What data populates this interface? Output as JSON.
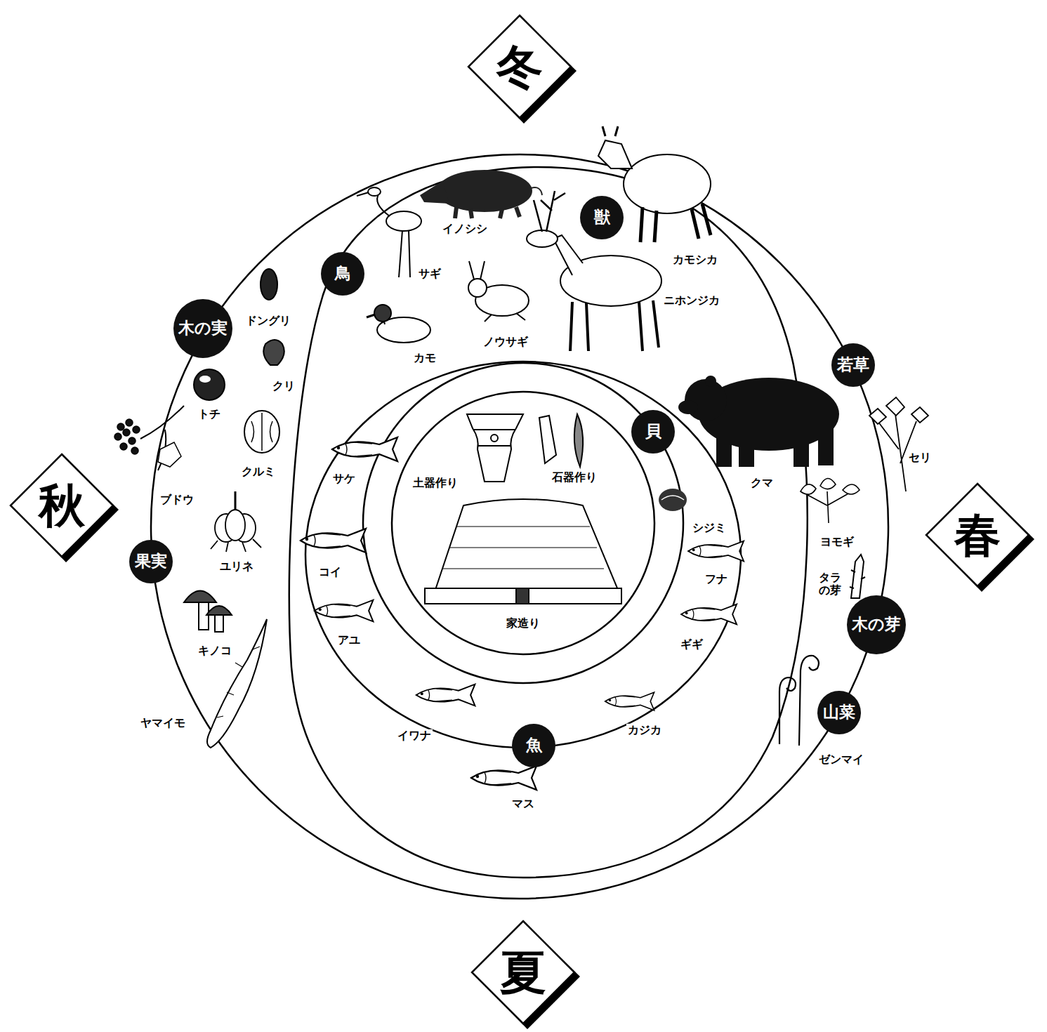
{
  "diagram": {
    "nodes": [
      {
        "text": [
          "冬"
        ]
      },
      {
        "text": [
          "獣"
        ]
      },
      {
        "text": [
          "鳥"
        ]
      },
      {
        "text": [
          "木の実"
        ]
      },
      {
        "text": [
          "若草"
        ]
      },
      {
        "text": [
          "土器作り",
          "石器作り",
          "家造り"
        ]
      },
      {
        "text": [
          "貝"
        ]
      },
      {
        "text": [
          "秋"
        ]
      },
      {
        "text": [
          "春"
        ]
      },
      {
        "text": [
          "果実"
        ]
      },
      {
        "text": [
          "木の芽"
        ]
      },
      {
        "text": [
          "山菜"
        ]
      },
      {
        "text": [
          "魚"
        ]
      },
      {
        "text": [
          "夏"
        ]
      }
    ],
    "labels": [
      "イノシシ",
      "カモシカ",
      "サギ",
      "ニホンジカ",
      "ノウサギ",
      "カモ",
      "ドングリ",
      "クリ",
      "トチ",
      "クルミ",
      "ブドウ",
      "ユリネ",
      "キノコ",
      "ヤマイモ",
      "セリ",
      "クマ",
      "ヨモギ",
      "タラ の芽",
      "ゼンマイ",
      "シジミ",
      "フナ",
      "ギギ",
      "サケ",
      "コイ",
      "アユ",
      "イワナ",
      "カジカ",
      "マス"
    ]
  }
}
